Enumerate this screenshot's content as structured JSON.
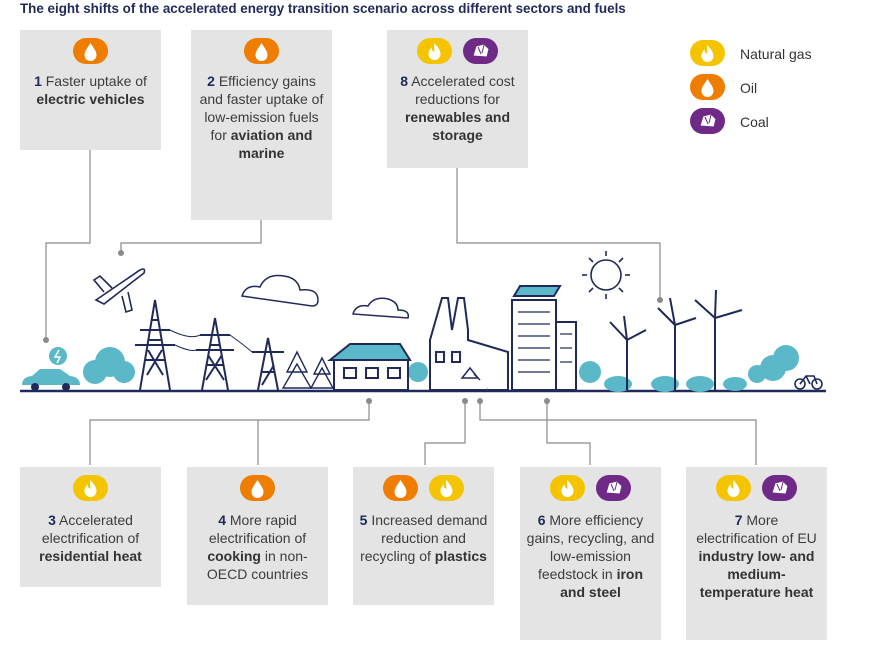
{
  "title": "The eight shifts of the accelerated energy transition scenario across different sectors and fuels",
  "colors": {
    "natural_gas": "#f5c400",
    "oil": "#ee7d00",
    "coal": "#6e2a86",
    "line": "#8a8a8a",
    "city": "#1f2a5a",
    "tree": "#5bb8c8",
    "box": "#e4e4e4"
  },
  "legend": [
    {
      "icon": "natural-gas-icon",
      "label": "Natural gas"
    },
    {
      "icon": "oil-icon",
      "label": "Oil"
    },
    {
      "icon": "coal-icon",
      "label": "Coal"
    }
  ],
  "shifts": {
    "s1": {
      "num": "1",
      "pre": "Faster uptake of",
      "bold": "electric vehicles",
      "post": "",
      "icons": [
        "oil"
      ]
    },
    "s2": {
      "num": "2",
      "pre": "Efficiency gains and faster uptake of low-emission fuels for",
      "bold": "aviation and marine",
      "post": "",
      "icons": [
        "oil"
      ]
    },
    "s3": {
      "num": "3",
      "pre": "Accelerated electrification of",
      "bold": "residential heat",
      "post": "",
      "icons": [
        "natural_gas"
      ]
    },
    "s4": {
      "num": "4",
      "pre": "More rapid electrification of",
      "bold": "cooking",
      "post": "in non-OECD countries",
      "icons": [
        "oil"
      ]
    },
    "s5": {
      "num": "5",
      "pre": "Increased demand reduction and recycling of",
      "bold": "plastics",
      "post": "",
      "icons": [
        "oil",
        "natural_gas"
      ]
    },
    "s6": {
      "num": "6",
      "pre": "More efficiency gains, recycling, and low-emission feedstock in",
      "bold": "iron and steel",
      "post": "",
      "icons": [
        "natural_gas",
        "coal"
      ]
    },
    "s7": {
      "num": "7",
      "pre": "More electrification of EU",
      "bold": "industry low- and medium-temperature heat",
      "post": "",
      "icons": [
        "natural_gas",
        "coal"
      ]
    },
    "s8": {
      "num": "8",
      "pre": "Accelerated cost reductions for",
      "bold": "renewables and storage",
      "post": "",
      "icons": [
        "natural_gas",
        "coal"
      ]
    }
  }
}
